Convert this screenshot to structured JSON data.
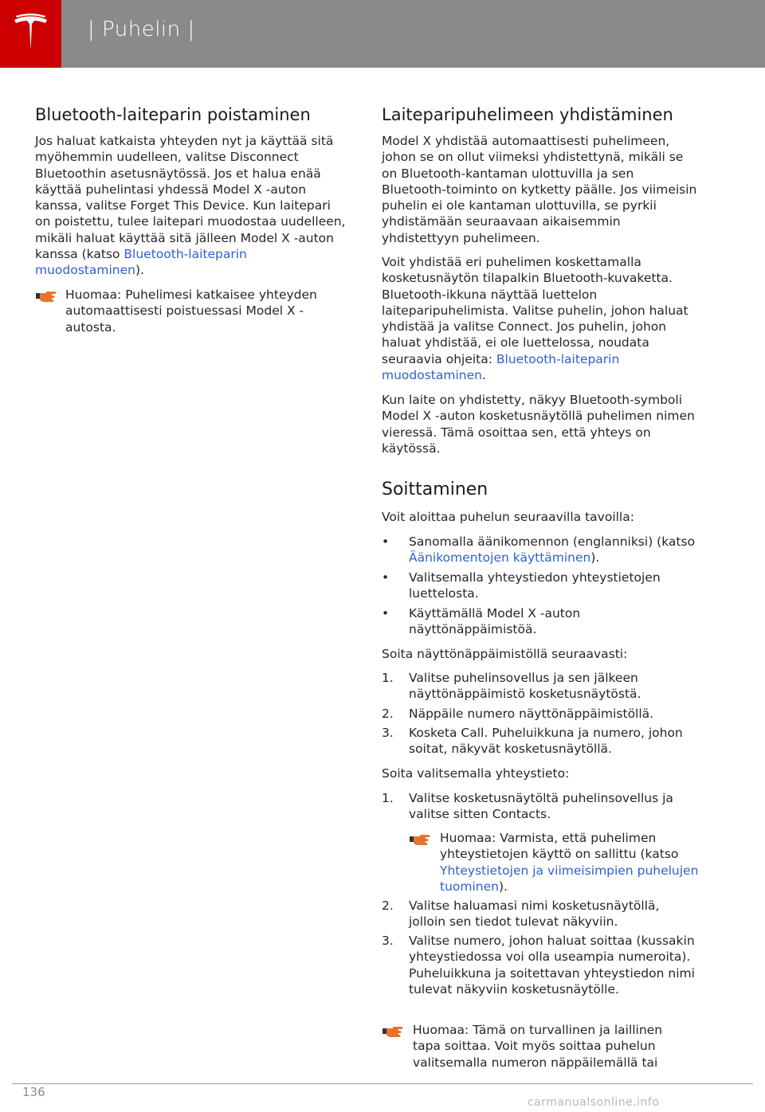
{
  "header": {
    "section_title": "| Puhelin |"
  },
  "left": {
    "heading": "Bluetooth-laiteparin poistaminen",
    "para_a": "Jos haluat katkaista yhteyden nyt ja käyttää sitä myöhemmin uudelleen, valitse Disconnect Bluetoothin asetusnäytössä. Jos et halua enää käyttää puhelintasi yhdessä Model X -auton kanssa, valitse Forget This Device. Kun laitepari on poistettu, tulee laitepari muodostaa uudelleen, mikäli haluat käyttää sitä jälleen Model X -auton kanssa (katso ",
    "para_link": "Bluetooth-laiteparin muodostaminen",
    "para_b": ").",
    "note": "Huomaa: Puhelimesi katkaisee yhteyden automaattisesti poistuessasi Model X -autosta."
  },
  "right": {
    "heading1": "Laiteparipuhelimeen yhdistäminen",
    "p1": "Model X yhdistää automaattisesti puhelimeen, johon se on ollut viimeksi yhdistettynä, mikäli se on Bluetooth-kantaman ulottuvilla ja sen Bluetooth-toiminto on kytketty päälle. Jos viimeisin puhelin ei ole kantaman ulottuvilla, se pyrkii yhdistämään seuraavaan aikaisemmin yhdistettyyn puhelimeen.",
    "p2a": "Voit yhdistää eri puhelimen koskettamalla kosketusnäytön tilapalkin Bluetooth-kuvaketta. Bluetooth-ikkuna näyttää luettelon laiteparipuhelimista. Valitse puhelin, johon haluat yhdistää ja valitse Connect. Jos puhelin, johon haluat yhdistää, ei ole luettelossa, noudata seuraavia ohjeita: ",
    "p2_link": "Bluetooth-laiteparin muodostaminen",
    "p2b": ".",
    "p3": "Kun laite on yhdistetty, näkyy Bluetooth-symboli Model X -auton kosketusnäytöllä puhelimen nimen vieressä. Tämä osoittaa sen, että yhteys on käytössä.",
    "heading2": "Soittaminen",
    "p4": "Voit aloittaa puhelun seuraavilla tavoilla:",
    "bullets": [
      {
        "a": "Sanomalla äänikomennon (englanniksi) (katso ",
        "link": "Äänikomentojen käyttäminen",
        "b": ")."
      },
      {
        "a": "Valitsemalla yhteystiedon yhteystietojen luettelosta.",
        "link": "",
        "b": ""
      },
      {
        "a": "Käyttämällä Model X -auton näyttönäppäimistöä.",
        "link": "",
        "b": ""
      }
    ],
    "bullet_marker": "•",
    "p5": "Soita näyttönäppäimistöllä seuraavasti:",
    "steps1": [
      {
        "n": "1.",
        "t": "Valitse puhelinsovellus ja sen jälkeen näyttönäppäimistö kosketusnäytöstä."
      },
      {
        "n": "2.",
        "t": "Näppäile numero näyttönäppäimistöllä."
      },
      {
        "n": "3.",
        "t": "Kosketa Call. Puheluikkuna ja numero, johon soitat, näkyvät kosketusnäytöllä."
      }
    ],
    "p6": "Soita valitsemalla yhteystieto:",
    "steps2": [
      {
        "n": "1.",
        "t": "Valitse kosketusnäytöltä puhelinsovellus ja valitse sitten Contacts."
      },
      {
        "n": "2.",
        "t": "Valitse haluamasi nimi kosketusnäytöllä, jolloin sen tiedot tulevat näkyviin."
      },
      {
        "n": "3.",
        "t": "Valitse numero, johon haluat soittaa (kussakin yhteystiedossa voi olla useampia numeroita). Puheluikkuna ja soitettavan yhteystiedon nimi tulevat näkyviin kosketusnäytölle."
      }
    ],
    "note2a": "Huomaa: Varmista, että puhelimen yhteystietojen käyttö on sallittu (katso ",
    "note2_link": "Yhteystietojen ja viimeisimpien puhelujen tuominen",
    "note2b": ").",
    "note3": "Huomaa: Tämä on turvallinen ja laillinen tapa soittaa. Voit myös soittaa puhelun valitsemalla numeron näppäilemällä tai"
  },
  "footer": {
    "page_number": "136",
    "watermark": "carmanualsonline.info"
  },
  "colors": {
    "brand_red": "#cc0000",
    "header_gray": "#8a8a8a",
    "link_blue": "#2f5fd0",
    "note_hand": "#e8732c"
  }
}
